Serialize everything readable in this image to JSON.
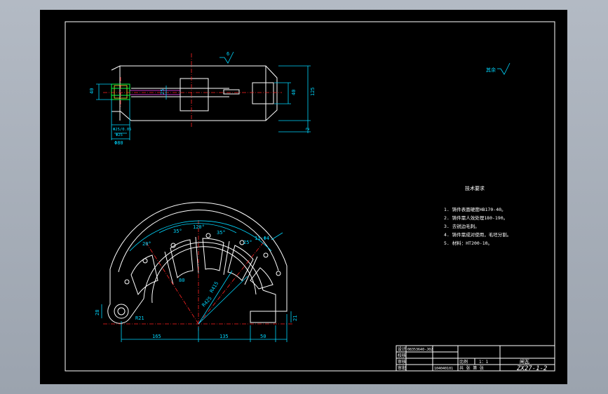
{
  "drawing": {
    "rough_mark": "其余",
    "tech_title": "技术要求",
    "tech_notes": [
      "1. 铸件表面硬度HB170-40。",
      "2. 铸件需人效处理180-190。",
      "3. 去锐边毛刺。",
      "4. 铸件需成对使用，毛坯分割。",
      "5. 材料：HT200-10。"
    ],
    "top_view_dims": {
      "d40_left": "40",
      "d25": "25",
      "d40_right": "40",
      "d125": "125",
      "d2": "2",
      "d6": "6",
      "phi_a": "Φ25/0.05",
      "phi_b": "Φ25",
      "phi80": "Φ80"
    },
    "front_view_dims": {
      "a120": "120°",
      "a35a": "35°",
      "a35b": "35°",
      "a20": "20°",
      "a25": "25°",
      "holes": "11-Φ4",
      "r80": "80",
      "r425": "R425",
      "r415": "R415",
      "d28": "28",
      "r21": "R21",
      "d165": "165",
      "d135": "135",
      "d50": "50",
      "d21": "21"
    }
  },
  "title_block": {
    "row_labels": [
      "设计",
      "校核",
      "审核",
      "审批"
    ],
    "designer_text": "08353640-J02",
    "school_text": "104040101",
    "scale_label": "比例",
    "scale_value": "1：1",
    "part_name": "闸瓦",
    "drawing_no": "ZX27-1-2",
    "sheet_text": "共 张 第 张"
  }
}
